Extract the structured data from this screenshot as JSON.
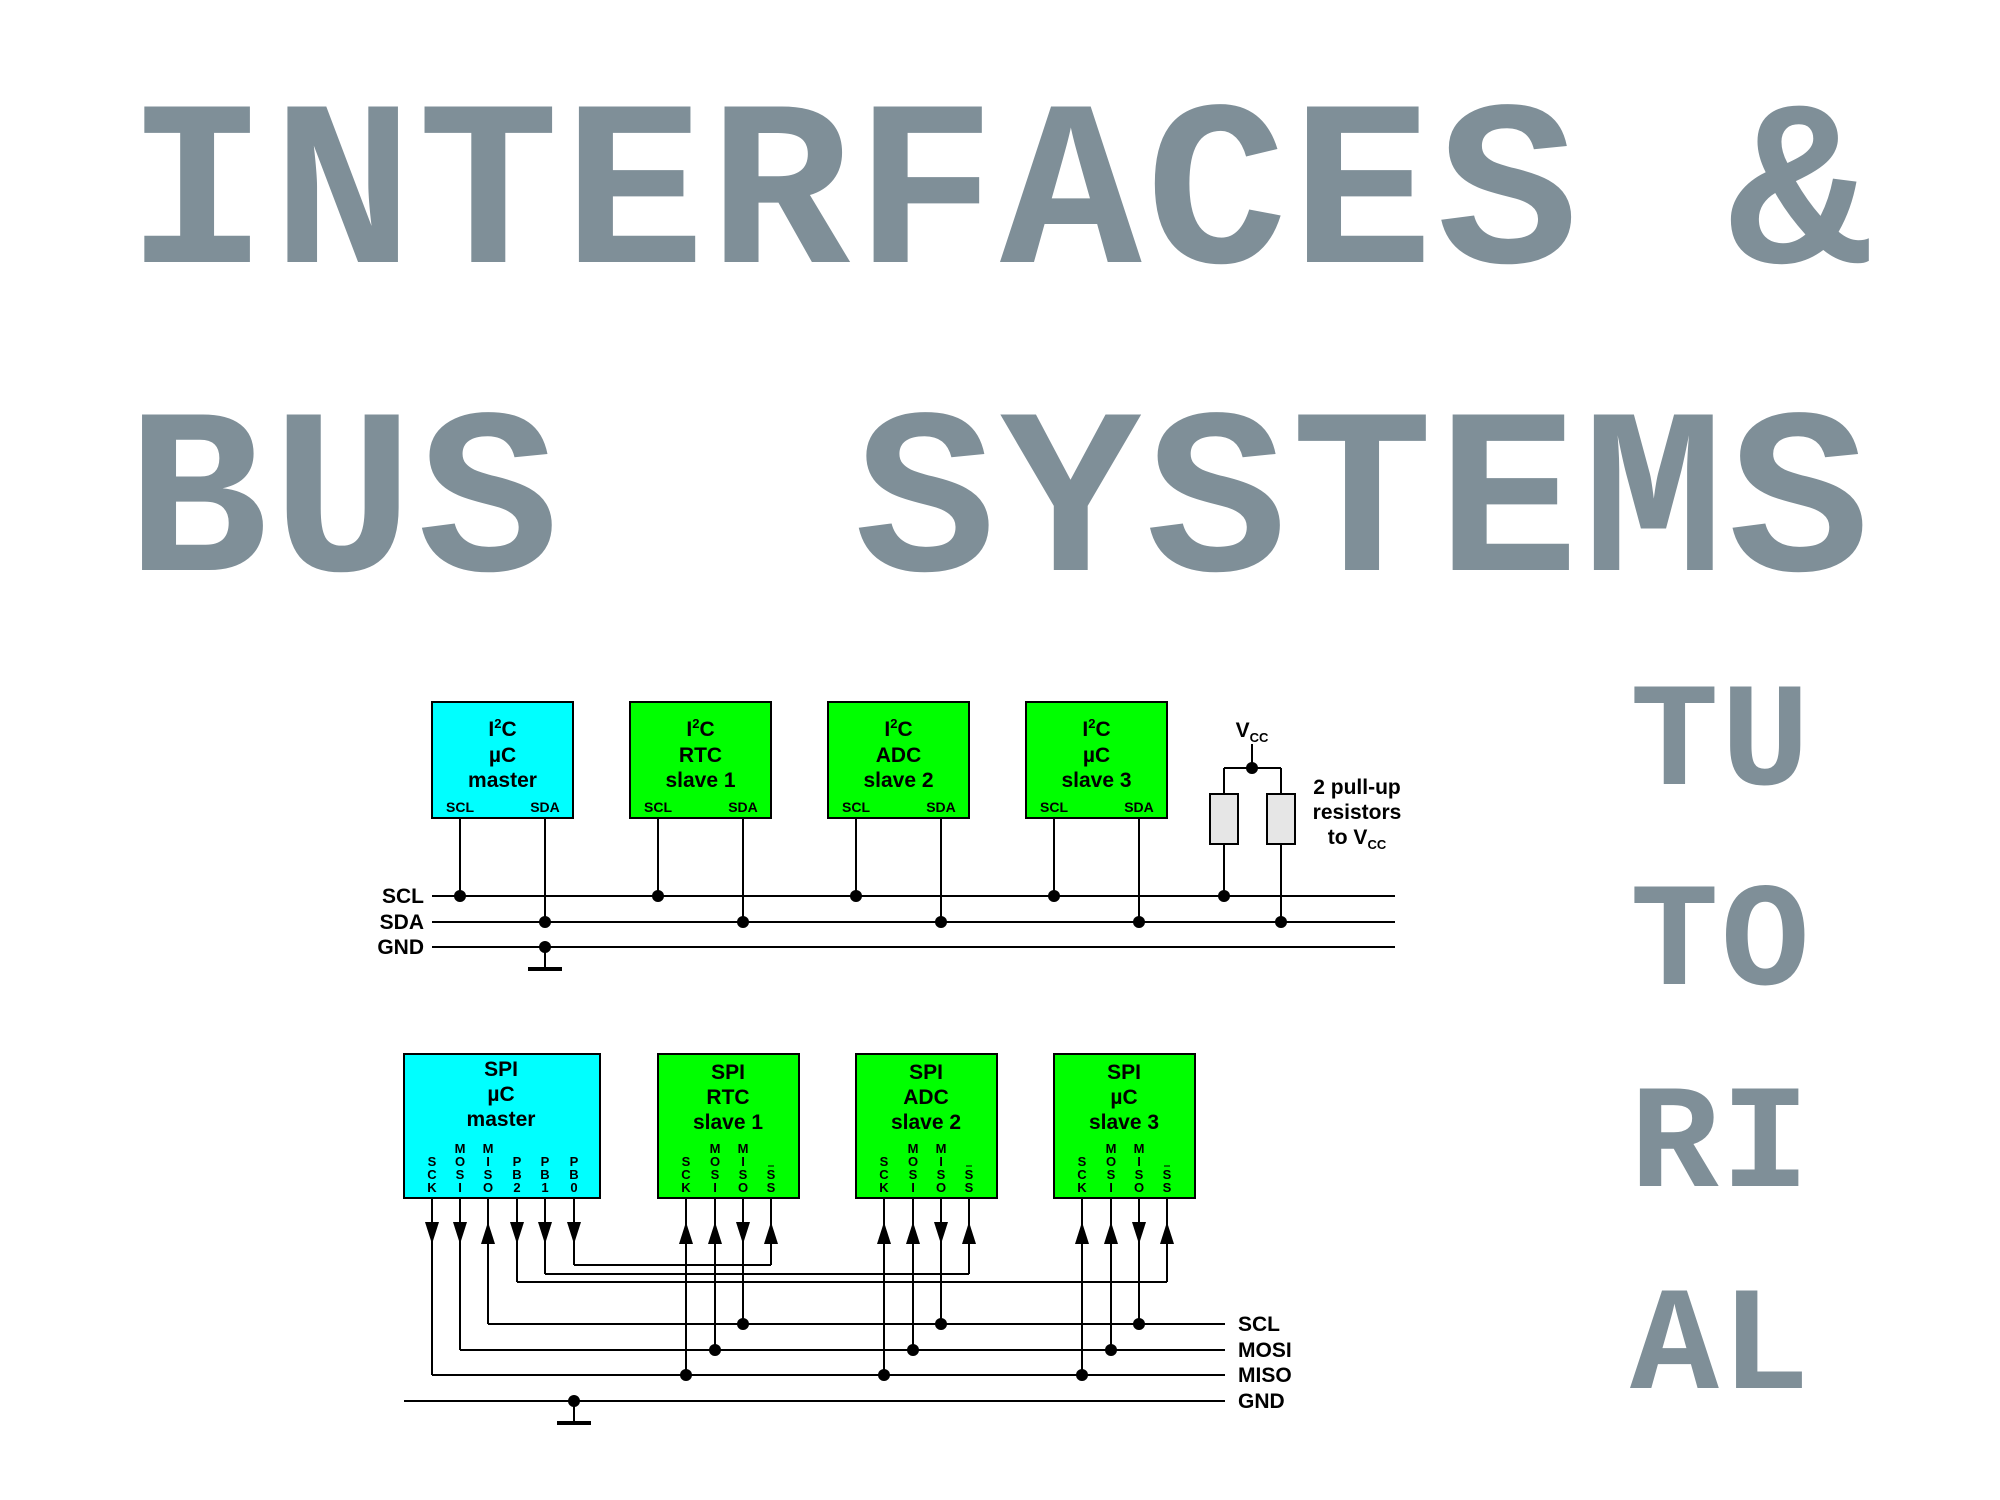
{
  "title": {
    "line1": "INTERFACES &",
    "line2": "BUS  SYSTEMS"
  },
  "tutorial": [
    "TU",
    "TO",
    "RI",
    "AL"
  ],
  "colors": {
    "title": "#7f8f98",
    "master": "#00ffff",
    "slave": "#00ff00",
    "resistor": "#e6e6e6"
  },
  "i2c": {
    "devices": [
      {
        "kind": "master",
        "l1a": "I",
        "l1sup": "2",
        "l1b": "C",
        "l2": "µC",
        "l3": "master"
      },
      {
        "kind": "slave",
        "l1a": "I",
        "l1sup": "2",
        "l1b": "C",
        "l2": "RTC",
        "l3": "slave 1"
      },
      {
        "kind": "slave",
        "l1a": "I",
        "l1sup": "2",
        "l1b": "C",
        "l2": "ADC",
        "l3": "slave 2"
      },
      {
        "kind": "slave",
        "l1a": "I",
        "l1sup": "2",
        "l1b": "C",
        "l2": "µC",
        "l3": "slave 3"
      }
    ],
    "pins": [
      "SCL",
      "SDA"
    ],
    "bus_lines": [
      "SCL",
      "SDA",
      "GND"
    ],
    "vcc": {
      "main": "V",
      "sub": "CC"
    },
    "pullup": {
      "line1": "2 pull-up",
      "line2": "resistors",
      "line3_main": "to V",
      "line3_sub": "CC"
    }
  },
  "spi": {
    "master": {
      "l1": "SPI",
      "l2": "µC",
      "l3": "master",
      "pins": [
        "SCK",
        "MOSI",
        "MISO",
        "PB2",
        "PB1",
        "PB0"
      ]
    },
    "slaves": [
      {
        "l1": "SPI",
        "l2": "RTC",
        "l3": "slave 1"
      },
      {
        "l1": "SPI",
        "l2": "ADC",
        "l3": "slave 2"
      },
      {
        "l1": "SPI",
        "l2": "µC",
        "l3": "slave 3"
      }
    ],
    "slave_pins": [
      "SCK",
      "MOSI",
      "MISO",
      "SS"
    ],
    "bus_lines": [
      "SCL",
      "MOSI",
      "MISO",
      "GND"
    ]
  }
}
